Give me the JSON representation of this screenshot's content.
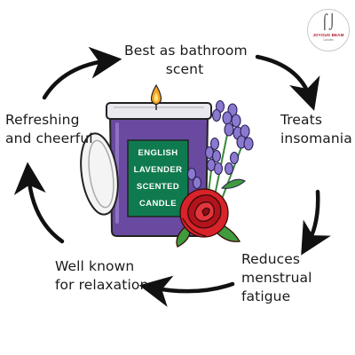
{
  "diagram": {
    "benefits": [
      {
        "lines": [
          "Best as bathroom",
          "scent"
        ]
      },
      {
        "lines": [
          "Treats",
          "insomania"
        ]
      },
      {
        "lines": [
          "Reduces",
          "menstrual",
          "fatigue"
        ]
      },
      {
        "lines": [
          "Well known",
          "for relaxation"
        ]
      },
      {
        "lines": [
          "Refreshing",
          "and cheerful"
        ]
      }
    ],
    "candle": {
      "label_lines": [
        "ENGLISH",
        "LAVENDER",
        "SCENTED",
        "CANDLE"
      ],
      "jar_color": "#6a4aa0",
      "label_color": "#0f7a4e"
    },
    "flowers": [
      "lavender",
      "rose"
    ],
    "arrow_color": "#111111"
  },
  "logo": {
    "name": "JOYOUS BEAM",
    "tagline": "Candles"
  }
}
